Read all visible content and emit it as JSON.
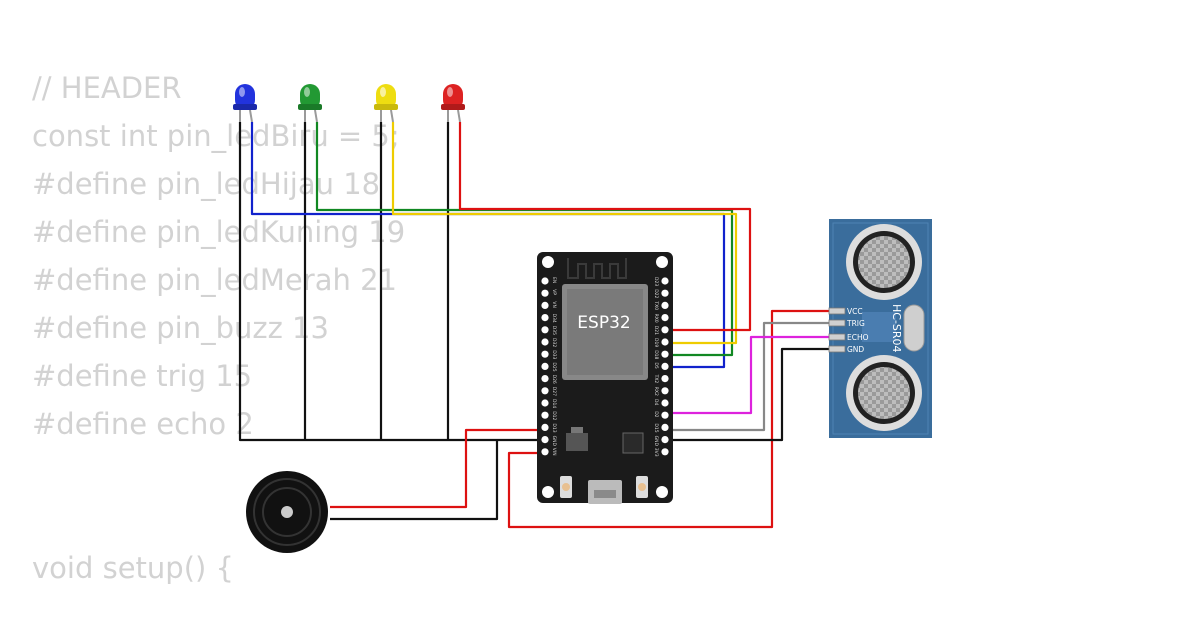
{
  "code": {
    "lines": [
      "// HEADER",
      "const int pin_ledBiru = 5;",
      "#define pin_ledHijau 18",
      "#define pin_ledKuning 19",
      "#define pin_ledMerah 21",
      "#define pin_buzz 13",
      "#define trig 15",
      "#define echo 2",
      "",
      "",
      "void setup() {"
    ]
  },
  "esp32": {
    "label": "ESP32",
    "left_pins": [
      "EN",
      "VP",
      "VN",
      "D34",
      "D35",
      "D32",
      "D33",
      "D25",
      "D26",
      "D27",
      "D14",
      "D12",
      "D13",
      "GND",
      "VIN"
    ],
    "right_pins": [
      "D23",
      "D22",
      "TX0",
      "RX0",
      "D21",
      "D19",
      "D18",
      "D5",
      "TX2",
      "RX2",
      "D4",
      "D2",
      "D15",
      "GND",
      "3V3"
    ]
  },
  "sensor": {
    "label": "HC-SR04",
    "pins": [
      "VCC",
      "TRIG",
      "ECHO",
      "GND"
    ]
  },
  "leds": [
    {
      "name": "blue",
      "color": "#2233dd"
    },
    {
      "name": "green",
      "color": "#229933"
    },
    {
      "name": "yellow",
      "color": "#eedd11"
    },
    {
      "name": "red",
      "color": "#dd2222"
    }
  ],
  "wire_colors": {
    "red": "#dd1111",
    "black": "#111111",
    "blue": "#1122cc",
    "green": "#118822",
    "yellow": "#eecc00",
    "magenta": "#dd22dd",
    "gray": "#888888"
  }
}
